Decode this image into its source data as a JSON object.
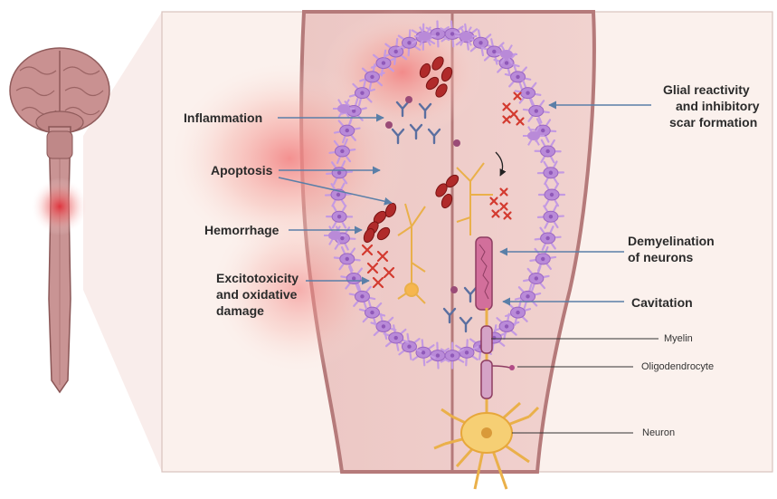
{
  "labels": {
    "inflammation": "Inflammation",
    "apoptosis": "Apoptosis",
    "hemorrhage": "Hemorrhage",
    "excitotoxicity": [
      "Excitotoxicity",
      "and oxidative",
      "damage"
    ],
    "glial": [
      "Glial reactivity",
      "and inhibitory",
      "scar formation"
    ],
    "demyelination": [
      "Demyelination",
      "of neurons"
    ],
    "cavitation": "Cavitation",
    "myelin": "Myelin",
    "oligodendrocyte": "Oligodendrocyte",
    "neuron": "Neuron"
  },
  "colors": {
    "arrow": "#5a7fa8",
    "glia": "#b98ad8",
    "blood": "#b02a2a",
    "neuron": "#f2c467",
    "cord": "#c99494",
    "injury_glow": "#f08585"
  },
  "icons": [
    "brain-icon",
    "spinal-cord-icon",
    "red-blood-cell-icon",
    "antibody-icon",
    "x-mark-icon",
    "astrocyte-icon",
    "neuron-icon"
  ]
}
